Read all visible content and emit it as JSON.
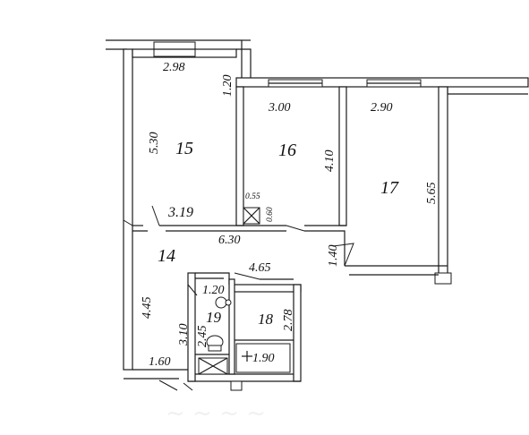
{
  "rooms": {
    "r15": "15",
    "r16": "16",
    "r17": "17",
    "r14": "14",
    "r19": "19",
    "r18": "18"
  },
  "dims": {
    "d15_width": "2.98",
    "d15_win": "1.20",
    "d15_height": "5.30",
    "d15_bottom": "3.19",
    "d16_width": "3.00",
    "d16_height": "4.10",
    "d17_width": "2.90",
    "d17_height": "5.65",
    "shaft_w": "0.55",
    "shaft_h": "0.60",
    "hall_w": "6.30",
    "d14_door": "1.40",
    "corr_w": "4.65",
    "hall_h": "4.45",
    "wc_w": "1.20",
    "wc_h": "3.10",
    "wc_inner": "2.45",
    "bath_h": "2.78",
    "bath_w": "1.90",
    "entry_w": "1.60"
  }
}
